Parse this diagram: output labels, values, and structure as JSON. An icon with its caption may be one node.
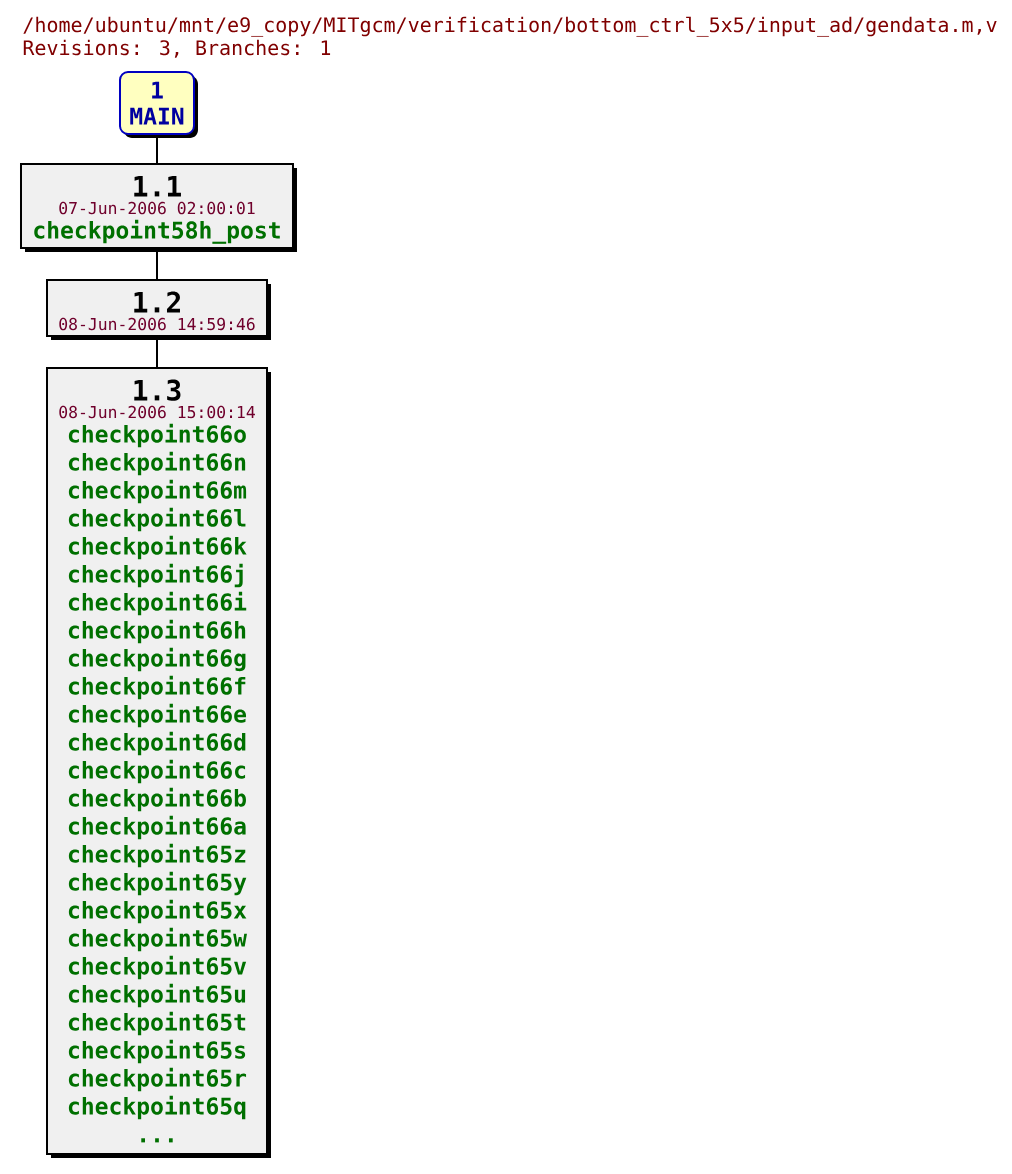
{
  "diagram": {
    "title": "/home/ubuntu/mnt/e9_copy/MITgcm/verification/bottom_ctrl_5x5/input_ad/gendata.m,v",
    "nodes": [
      {
        "text": [
          "1",
          "MAIN"
        ]
      },
      {
        "text": [
          "1.1",
          "07-Jun-2006 02:00:01",
          "checkpoint58h_post"
        ]
      },
      {
        "text": [
          "1.2",
          "08-Jun-2006 14:59:46"
        ]
      },
      {
        "text": [
          "1.3",
          "08-Jun-2006 15:00:14",
          "checkpoint66o",
          "checkpoint66n",
          "checkpoint66m",
          "checkpoint66l",
          "checkpoint66k",
          "checkpoint66j",
          "checkpoint66i",
          "checkpoint66h",
          "checkpoint66g",
          "checkpoint66f",
          "checkpoint66e",
          "checkpoint66d",
          "checkpoint66c",
          "checkpoint66b",
          "checkpoint66a",
          "checkpoint65z",
          "checkpoint65y",
          "checkpoint65x",
          "checkpoint65w",
          "checkpoint65v",
          "checkpoint65u",
          "checkpoint65t",
          "checkpoint65s",
          "checkpoint65r",
          "checkpoint65q",
          "..."
        ]
      }
    ],
    "edges": [
      {
        "from": 0,
        "to": 1,
        "arrow": "none"
      },
      {
        "from": 1,
        "to": 2,
        "arrow": "none"
      },
      {
        "from": 2,
        "to": 3,
        "arrow": "none"
      }
    ],
    "labels": [
      "Revisions: 3, Branches: 1"
    ]
  }
}
